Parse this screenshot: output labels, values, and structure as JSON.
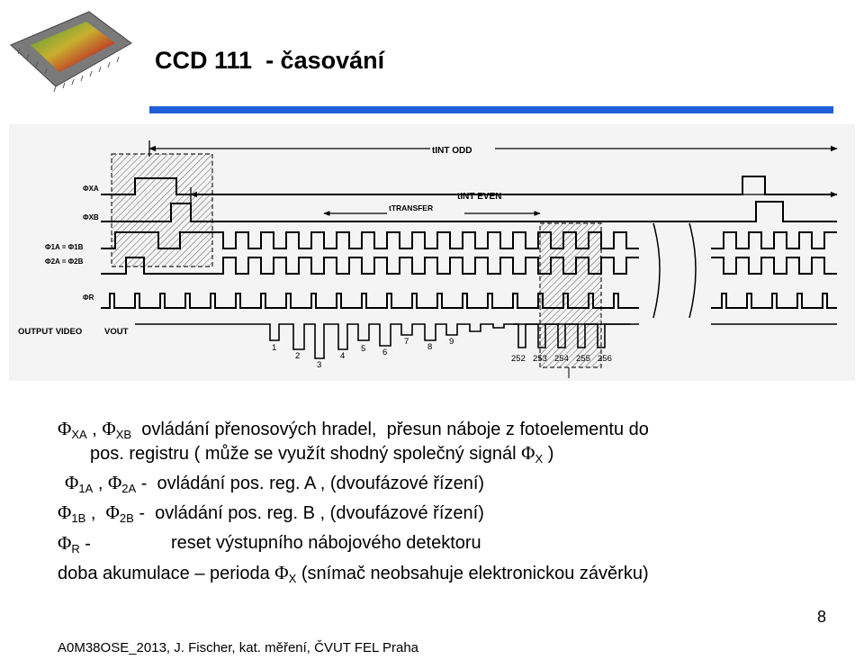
{
  "slide": {
    "title": "CCD 111  - časování",
    "accent_color": "#1f5fd8",
    "page_number": "8",
    "footer": "A0M38OSE_2013, J. Fischer, kat. měření, ČVUT FEL Praha"
  },
  "diagram": {
    "timing_labels": {
      "t_int_odd": "tINT ODD",
      "t_int_even": "tINT EVEN",
      "t_transfer": "tTRANSFER"
    },
    "signal_labels": {
      "phi_xa": "ΦXA",
      "phi_xb": "ΦXB",
      "phi_1a_1b": "Φ1A = Φ1B",
      "phi_2a_2b": "Φ2A = Φ2B",
      "phi_r": "ΦR",
      "output_video": "OUTPUT VIDEO",
      "vout": "VOUT"
    },
    "pixel_numbers": [
      "1",
      "2",
      "3",
      "4",
      "5",
      "6",
      "7",
      "8",
      "9"
    ],
    "end_pixel_numbers": [
      "252",
      "253",
      "254",
      "255",
      "256"
    ]
  },
  "description": {
    "line1": {
      "phi_a": "Φ",
      "sub_a": "XA",
      "sep": " , ",
      "phi_b": "Φ",
      "sub_b": "XB",
      "text": "  ovládání přenosových hradel,  přesun náboje z fotoelementu do"
    },
    "line2": {
      "text": "pos. registru ( může se využít shodný společný signál ",
      "phi": "Φ",
      "sub": "X",
      "end": " )"
    },
    "line3": {
      "phi_a": "Φ",
      "sub_a": "1A",
      "sep": " , ",
      "phi_b": "Φ",
      "sub_b": "2A",
      "text": " -  ovládání pos. reg. A , (dvoufázové řízení)"
    },
    "line4": {
      "phi_a": "Φ",
      "sub_a": "1B",
      "sep": " ,  ",
      "phi_b": "Φ",
      "sub_b": "2B",
      "text": " -  ovládání pos. reg. B , (dvoufázové řízení)"
    },
    "line5": {
      "phi": "Φ",
      "sub": "R",
      "dash": " -",
      "text": "reset výstupního nábojového detektoru"
    },
    "line6": {
      "text": "doba akumulace – perioda ",
      "phi": "Φ",
      "sub": "X",
      "end": " (snímač neobsahuje elektronickou závěrku)"
    }
  }
}
